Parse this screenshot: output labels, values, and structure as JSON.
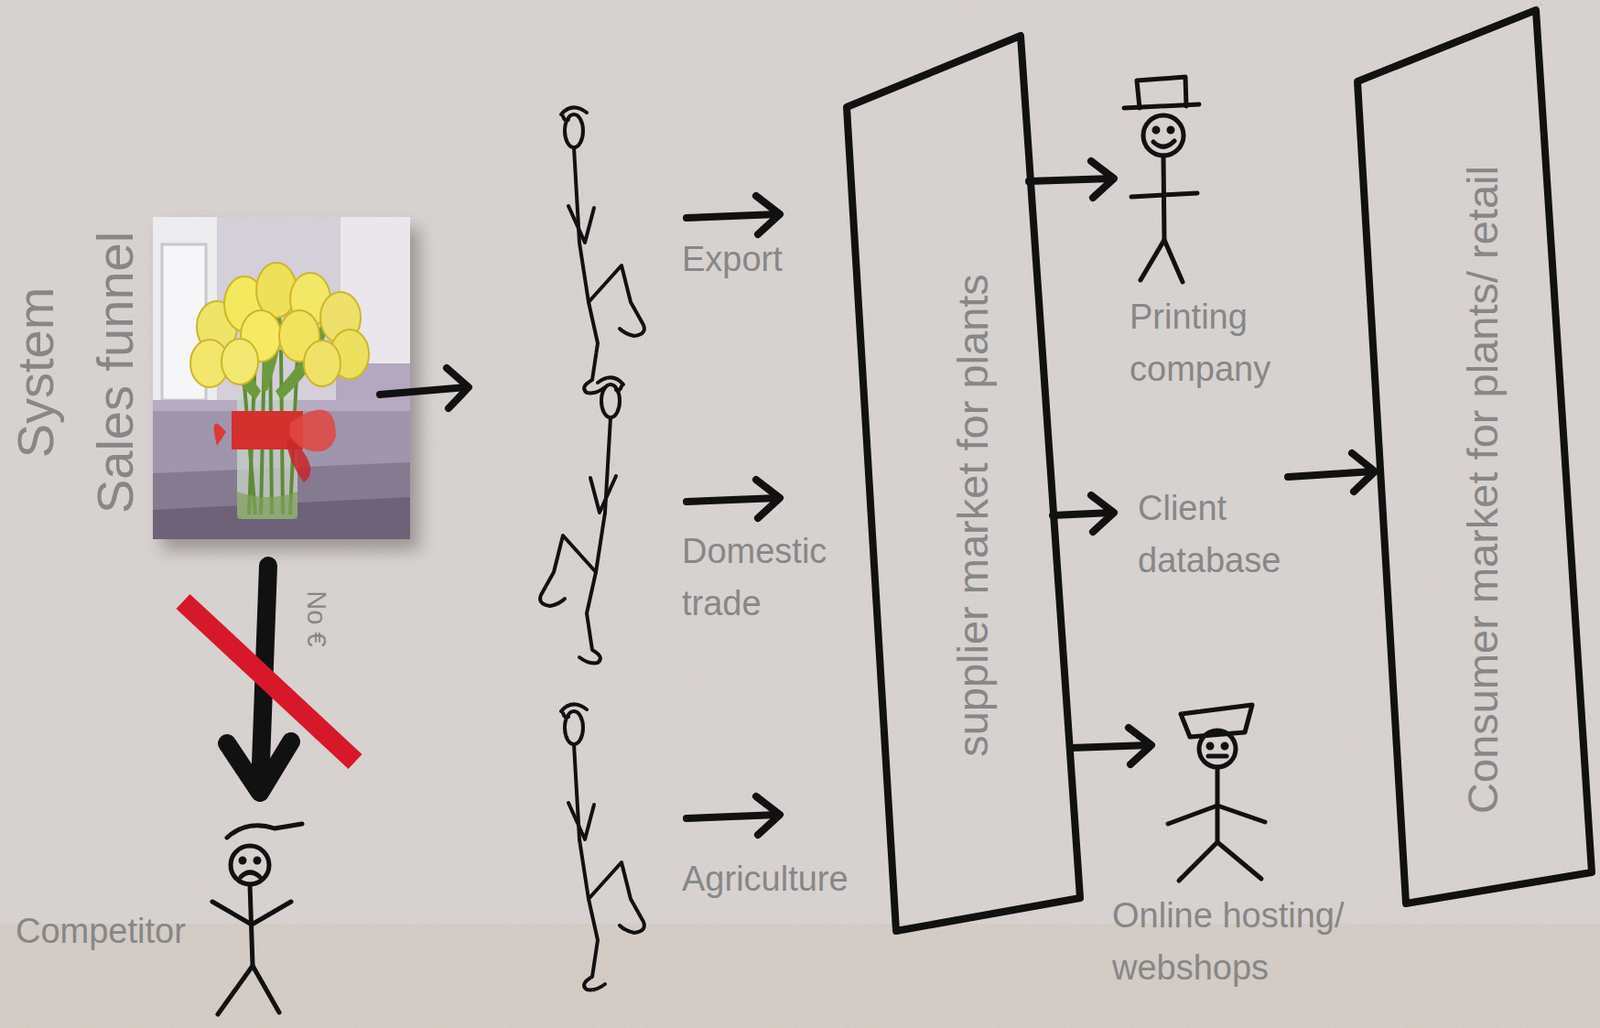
{
  "diagram": {
    "nodes": [
      {
        "text": [
          "supplier market for plants"
        ]
      },
      {
        "text": [
          "Consumer market for plants/ retail"
        ]
      }
    ],
    "labels": [
      "System",
      "Sales funnel",
      "No €",
      "Competitor",
      "Export",
      "Domestic trade",
      "Agriculture",
      "Printing company",
      "Client database",
      "Online hosting/ webshops"
    ]
  }
}
